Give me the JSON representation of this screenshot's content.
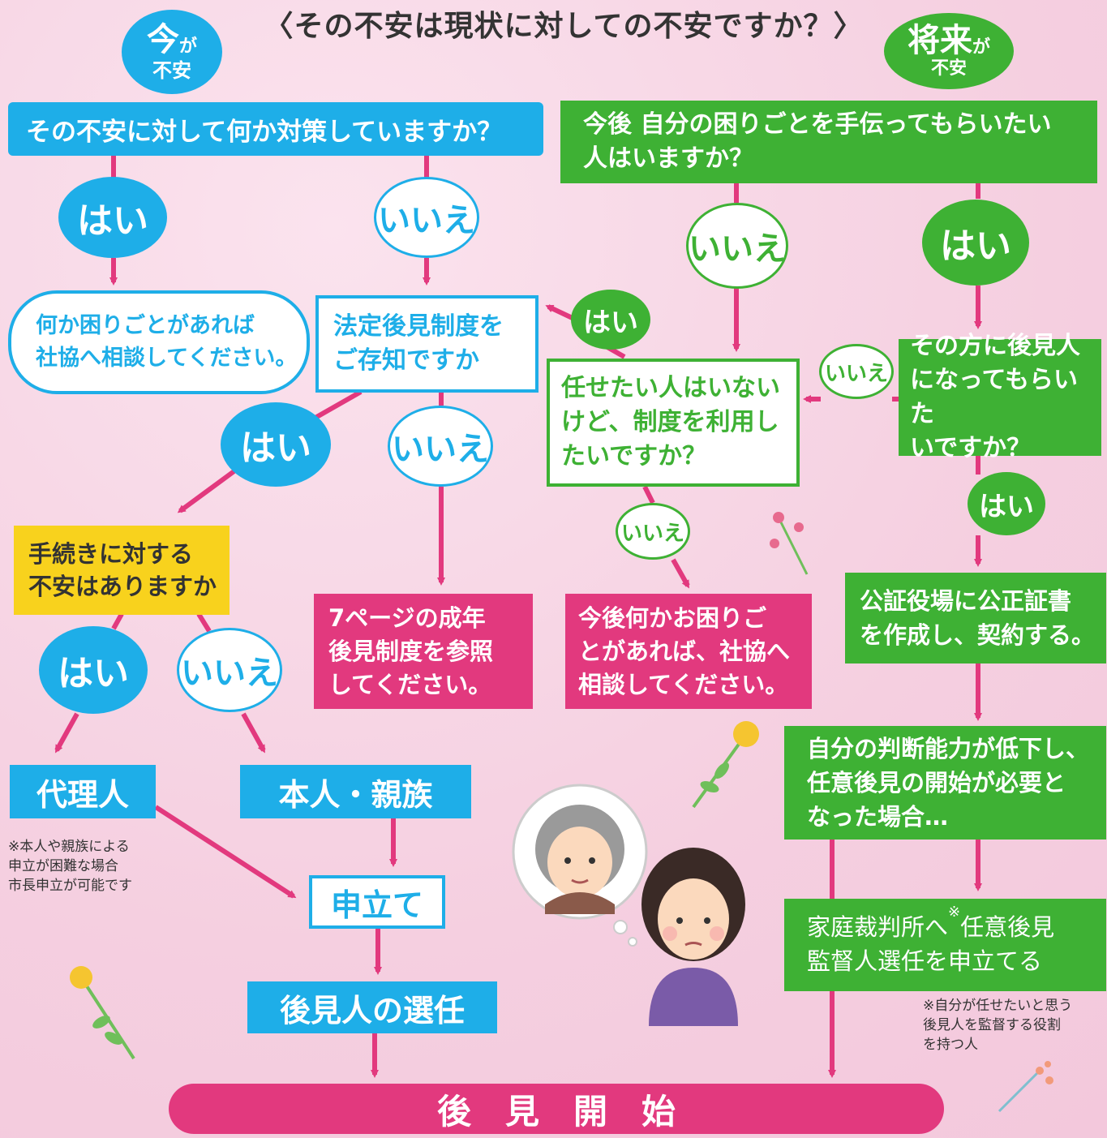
{
  "title": "〈その不安は現状に対しての不安ですか？〉",
  "left_badge": {
    "main": "今",
    "suffix": "が",
    "sub": "不安"
  },
  "right_badge": {
    "main": "将来",
    "suffix": "が",
    "sub": "不安"
  },
  "labels": {
    "yes": "はい",
    "no": "いいえ"
  },
  "left": {
    "question": "その不安に対して何か対策していますか？",
    "consult": "何か困りごとがあれば\n社協へ相談してください。",
    "know_system": "法定後見制度を\nご存知ですか",
    "procedure_question": "手続きに対する\n不安はありますか",
    "refer_page": "7ページの成年\n後見制度を参照\nしてください。",
    "agent": "代理人",
    "self_family": "本人・親族",
    "note": "※本人や親族による\n申立が困難な場合\n市長申立が可能です",
    "petition": "申立て",
    "appointment": "後見人の選任"
  },
  "right": {
    "question": "今後 自分の困りごとを手伝ってもらいたい\n人はいますか？",
    "no_person": "任せたい人はいない\nけど、制度を利用し\nたいですか？",
    "want_guardian": "その方に後見人\nになってもらいた\nいですか？",
    "future_consult": "今後何かお困りご\nとがあれば、社協へ\n相談してください。",
    "notary": "公証役場に公正証書\nを作成し、契約する。",
    "judgment_decline": "自分の判断能力が低下し、\n任意後見の開始が必要と\nなった場合…",
    "family_court": "家庭裁判所へ",
    "supervisor_mark": "※",
    "supervisor_line1": "任意後見",
    "supervisor_line2": "監督人選任を申立てる",
    "note": "※自分が任せたいと思う\n後見人を監督する役割\nを持つ人"
  },
  "bottom": "後　見　開　始",
  "colors": {
    "blue": "#1eaee8",
    "green": "#3eb134",
    "pink": "#e2397e",
    "yellow": "#f8d21d"
  }
}
